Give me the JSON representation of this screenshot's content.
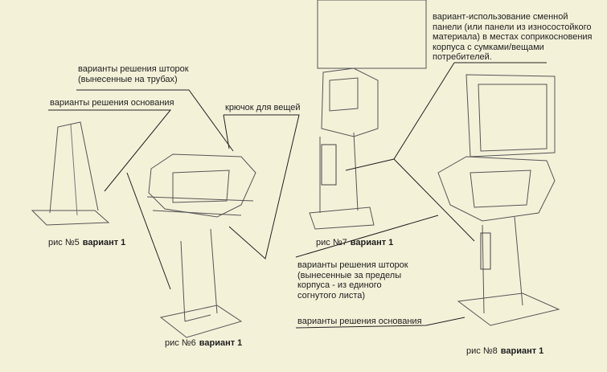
{
  "notes": {
    "panel_replace": "вариант-использование сменной\nпанели (или панели из износостойкого\nматериала) в местах соприкосновения\nкорпуса с сумками/вещами\nпотребителей.",
    "shutters_pipes": "варианты решения шторок\n(вынесенные на трубах)",
    "base_top": "варианты решения основания",
    "hook": "крючок для вещей",
    "shutters_sheet": "варианты решения шторок\n(вынесенные за пределы\nкорпуса - из единого\nсогнутого листа)",
    "base_bottom": "варианты решения основания"
  },
  "figures": [
    {
      "label": "рис №5",
      "variant": "вариант 1"
    },
    {
      "label": "рис №6",
      "variant": "вариант 1"
    },
    {
      "label": "рис №7",
      "variant": "вариант 1"
    },
    {
      "label": "рис №8",
      "variant": "вариант 1"
    }
  ]
}
